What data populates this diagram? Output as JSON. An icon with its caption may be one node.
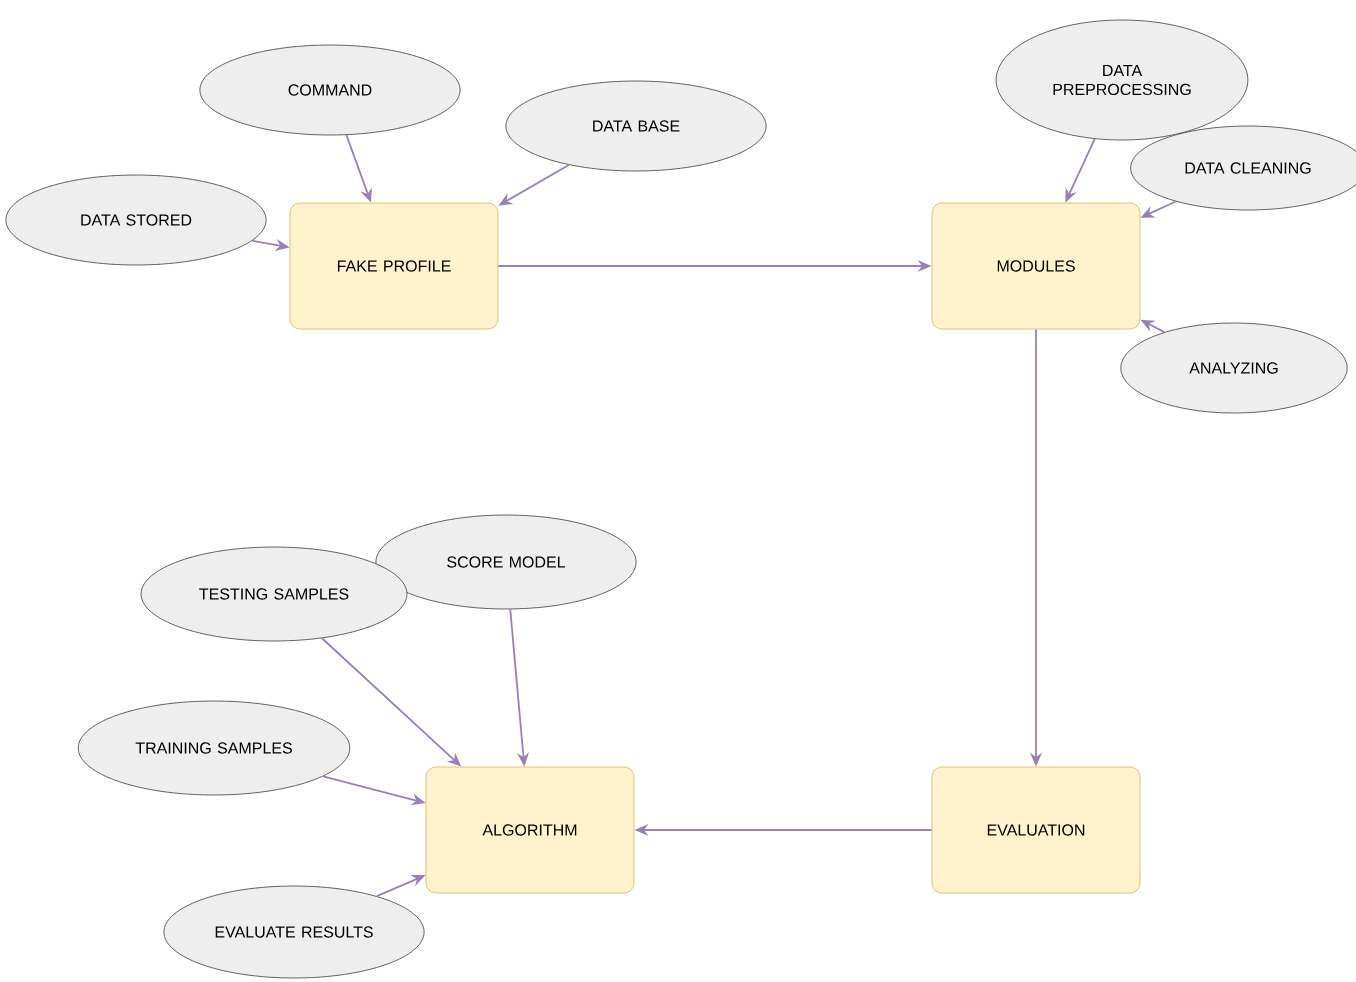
{
  "diagram": {
    "nodes": [
      {
        "text": [
          "FAKE PROFILE"
        ]
      },
      {
        "text": [
          "DATA STORED"
        ]
      },
      {
        "text": [
          "COMMAND"
        ]
      },
      {
        "text": [
          "DATA BASE"
        ]
      },
      {
        "text": [
          "MODULES"
        ]
      },
      {
        "text": [
          "DATA PREPROCESSING"
        ]
      },
      {
        "text": [
          "DATA CLEANING"
        ]
      },
      {
        "text": [
          "ANALYZING"
        ]
      },
      {
        "text": [
          "EVALUATION"
        ]
      },
      {
        "text": [
          "ALGORITHM"
        ]
      },
      {
        "text": [
          "SCORE MODEL"
        ]
      },
      {
        "text": [
          "TESTING SAMPLES"
        ]
      },
      {
        "text": [
          "TRAINING SAMPLES"
        ]
      },
      {
        "text": [
          "EVALUATE RESULTS"
        ]
      }
    ],
    "edges": [
      {
        "from": 1,
        "to": 0,
        "arrow": "to"
      },
      {
        "from": 2,
        "to": 0,
        "arrow": "to"
      },
      {
        "from": 3,
        "to": 0,
        "arrow": "to"
      },
      {
        "from": 0,
        "to": 4,
        "arrow": "to"
      },
      {
        "from": 5,
        "to": 4,
        "arrow": "to"
      },
      {
        "from": 6,
        "to": 4,
        "arrow": "to"
      },
      {
        "from": 7,
        "to": 4,
        "arrow": "to"
      },
      {
        "from": 4,
        "to": 8,
        "arrow": "to"
      },
      {
        "from": 8,
        "to": 9,
        "arrow": "to"
      },
      {
        "from": 10,
        "to": 9,
        "arrow": "to"
      },
      {
        "from": 11,
        "to": 9,
        "arrow": "to"
      },
      {
        "from": 12,
        "to": 9,
        "arrow": "to"
      },
      {
        "from": 13,
        "to": 9,
        "arrow": "to"
      }
    ]
  }
}
